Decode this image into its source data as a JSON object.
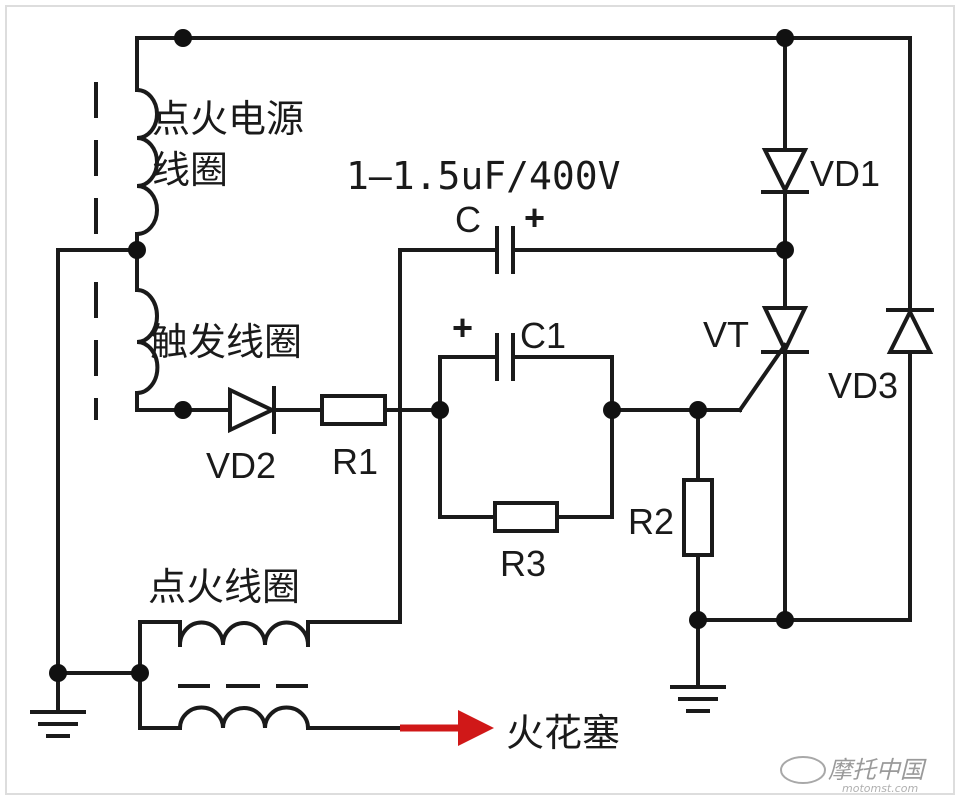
{
  "labels": {
    "power_coil": [
      "点火电源",
      "线圈"
    ],
    "trigger_coil": "触发线圈",
    "ignition_coil": "点火线圈",
    "spark_plug": "火花塞",
    "capacitor_value": "1—1.5uF/400V",
    "C": "C",
    "C1": "C1",
    "VD1": "VD1",
    "VD2": "VD2",
    "VD3": "VD3",
    "VT": "VT",
    "R1": "R1",
    "R2": "R2",
    "R3": "R3",
    "plus": "+"
  },
  "watermark": {
    "text": "摩托中国",
    "url": "motomst.com"
  },
  "colors": {
    "wire": "#1a1a1a",
    "arrow": "#d01818",
    "background": "#ffffff"
  }
}
